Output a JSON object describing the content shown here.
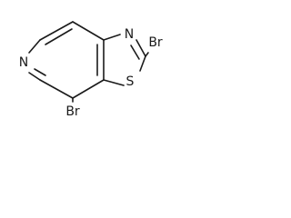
{
  "molecule": {
    "atoms": {
      "n_pyridine": "N",
      "n_thiazole": "N",
      "s_thiazole": "S",
      "br_c2": "Br",
      "br_c4": "Br"
    }
  }
}
